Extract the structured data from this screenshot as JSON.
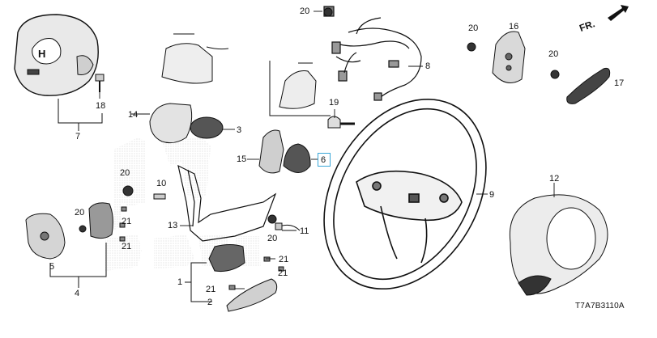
{
  "diagram": {
    "direction_label": "FR.",
    "diagram_code": "T7A7B3110A",
    "watermark_text": "HONDA",
    "callouts": [
      "1",
      "2",
      "3",
      "4",
      "5",
      "6",
      "7",
      "8",
      "9",
      "10",
      "11",
      "12",
      "13",
      "14",
      "15",
      "16",
      "17",
      "18",
      "19",
      "20",
      "21"
    ],
    "highlighted_callout": "6",
    "parts": [
      "airbag-module",
      "horn-bolt",
      "switch-cover-upper",
      "wire-harness",
      "paddle-cover",
      "right-switch-assembly",
      "paddle-shifter",
      "lower-garnish-trim",
      "steering-wheel",
      "rear-cover",
      "left-switch-assembly",
      "cruise-switch",
      "bottom-trim"
    ]
  }
}
